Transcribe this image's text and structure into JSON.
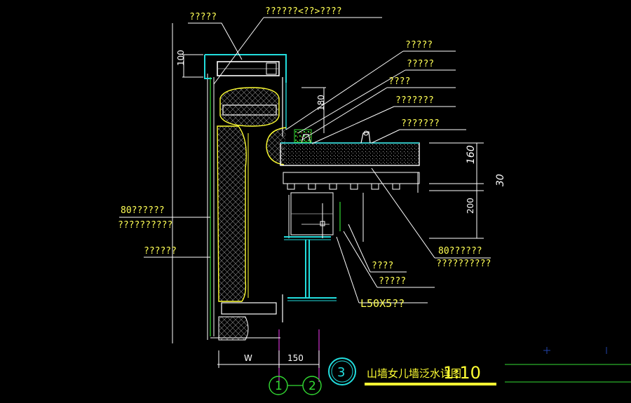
{
  "labels": {
    "top_left": "?????",
    "top_center": "??????<??>????",
    "right_1": "?????",
    "right_2": "?????",
    "right_3": "????",
    "right_4": "???????",
    "right_5": "???????",
    "right_6a": "80??????",
    "right_6b": "??????????",
    "left_1a": "80??????",
    "left_1b": "??????????",
    "left_2": "??????",
    "bottom_1": "????",
    "bottom_2": "?????",
    "bottom_3": "L50X5??"
  },
  "dimensions": {
    "d100": "100",
    "d180": "180",
    "d160": "160",
    "d30": "30",
    "d200": "200",
    "dW": "W",
    "d150": "150"
  },
  "axes": {
    "a1": "1",
    "a2": "2"
  },
  "title": {
    "number": "3",
    "text": "山墙女儿墙泛水详图",
    "scale": "1:10"
  },
  "colors": {
    "background": "#000000",
    "label": "#ffff55",
    "leader": "#ffffff",
    "steel": "#22dddd",
    "insulation": "#ffff33",
    "green": "#33dd33",
    "magenta": "#cc33cc"
  }
}
